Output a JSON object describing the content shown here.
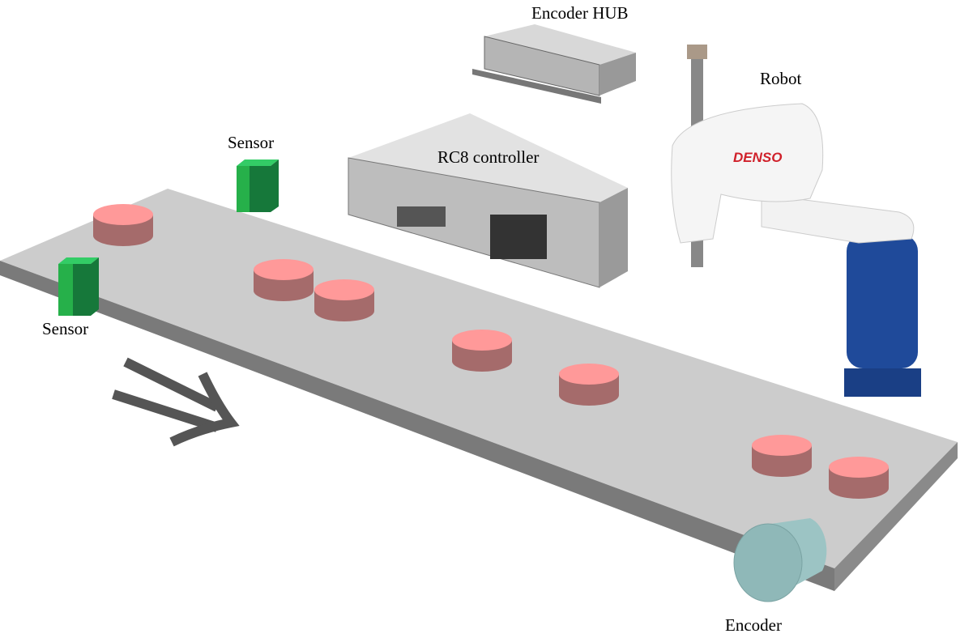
{
  "labels": {
    "encoder_hub": "Encoder HUB",
    "robot": "Robot",
    "sensor_top": "Sensor",
    "rc8_controller": "RC8 controller",
    "sensor_left": "Sensor",
    "encoder": "Encoder"
  },
  "robot_logo": "DENSO",
  "colors": {
    "conveyor_top": "#cccccc",
    "conveyor_edge": "#7a7a7a",
    "workpiece_top": "#ff9999",
    "workpiece_side": "#a56b6b",
    "sensor": "#1f9e3c",
    "encoder": "#8fb8b8",
    "robot_base": "#1f4a9a",
    "logo": "#d0202a"
  },
  "icons": [
    "flow-direction-arrow"
  ]
}
